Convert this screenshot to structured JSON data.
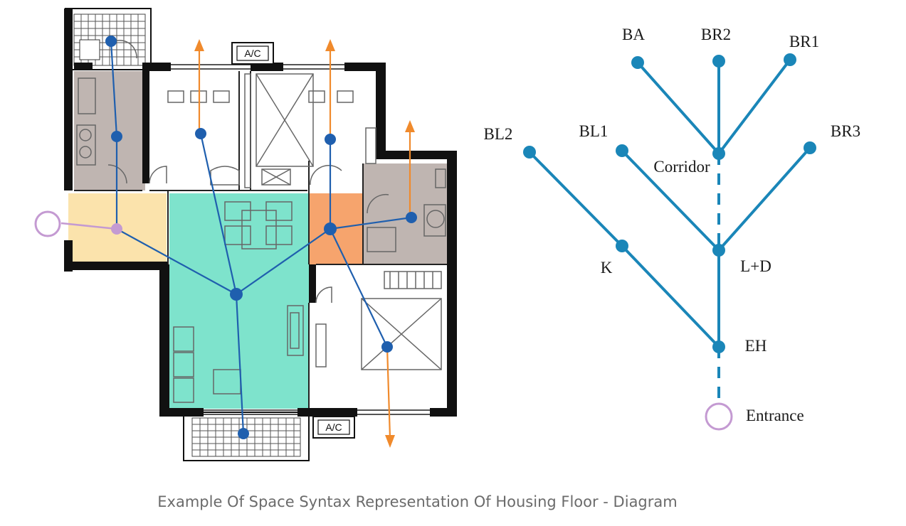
{
  "caption": "Example Of Space Syntax Representation Of Housing Floor - Diagram",
  "floor_plan": {
    "ac_labels": [
      "A/C",
      "A/C"
    ],
    "colors": {
      "wall": "#111111",
      "living_dining": "#7ee3cc",
      "entrance_hall": "#fbe3ac",
      "corridor": "#f6a46d",
      "wet_room": "#bfb5b1",
      "graph_edge": "#1f5fae",
      "graph_node": "#1f5fae",
      "exit_arrow": "#f08a2c",
      "entrance": "#c49ad2"
    }
  },
  "graph": {
    "nodes": [
      {
        "id": "BA",
        "label": "BA"
      },
      {
        "id": "BR2",
        "label": "BR2"
      },
      {
        "id": "BR1",
        "label": "BR1"
      },
      {
        "id": "BL2",
        "label": "BL2"
      },
      {
        "id": "BL1",
        "label": "BL1"
      },
      {
        "id": "BR3",
        "label": "BR3"
      },
      {
        "id": "Corridor",
        "label": "Corridor"
      },
      {
        "id": "K",
        "label": "K"
      },
      {
        "id": "LD",
        "label": "L+D"
      },
      {
        "id": "EH",
        "label": "EH"
      },
      {
        "id": "Entrance",
        "label": "Entrance"
      }
    ],
    "edges": [
      [
        "BA",
        "Corridor"
      ],
      [
        "BR2",
        "Corridor"
      ],
      [
        "BR1",
        "Corridor"
      ],
      [
        "Corridor",
        "LD"
      ],
      [
        "BL1",
        "LD"
      ],
      [
        "BR3",
        "LD"
      ],
      [
        "BL2",
        "K"
      ],
      [
        "K",
        "EH"
      ],
      [
        "LD",
        "EH"
      ],
      [
        "EH",
        "Entrance"
      ]
    ],
    "dashed_edges": [
      [
        "Corridor",
        "LD"
      ],
      [
        "EH",
        "Entrance"
      ]
    ],
    "colors": {
      "edge": "#1a86b8",
      "node": "#1a86b8",
      "entrance": "#c49ad2"
    }
  }
}
